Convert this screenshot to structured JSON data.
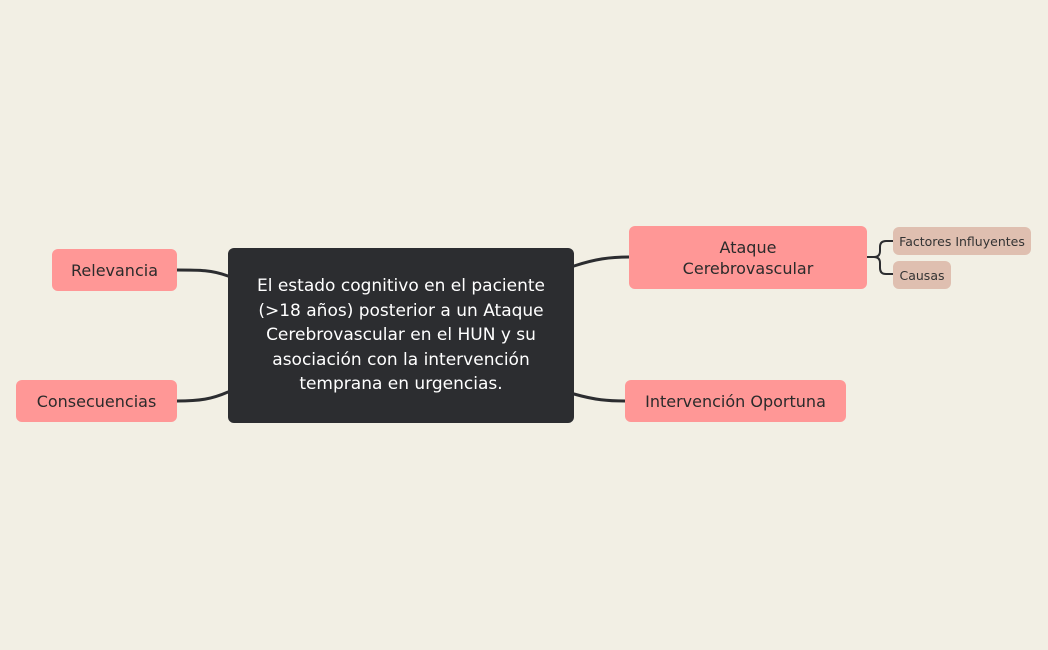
{
  "colors": {
    "background": "#f2efe4",
    "central_node": "#2c2d30",
    "main_topic": "#ff9796",
    "sub_topic": "#dfbfb0",
    "connector": "#2c2d30"
  },
  "central": {
    "text": "El estado cognitivo en el paciente (>18 años) posterior a un Ataque Cerebrovascular en el HUN y su asociación con la intervención temprana en urgencias."
  },
  "topics": {
    "relevancia": "Relevancia",
    "consecuencias": "Consecuencias",
    "ataque": "Ataque Cerebrovascular",
    "intervencion": "Intervención Oportuna"
  },
  "subtopics": {
    "factores": "Factores Influyentes",
    "causas": "Causas"
  }
}
